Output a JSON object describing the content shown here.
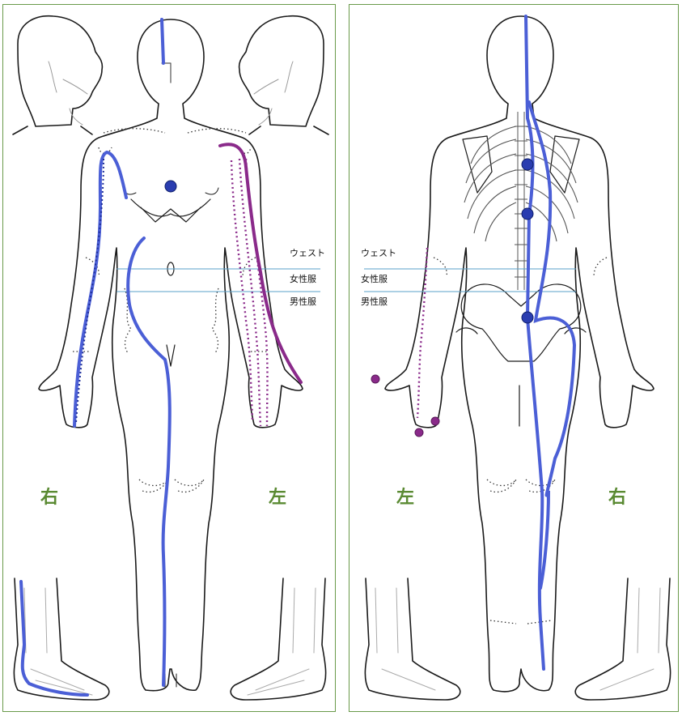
{
  "levels": {
    "waist": "ウェスト",
    "womens_clothing": "女性服",
    "mens_clothing": "男性服"
  },
  "front_panel": {
    "right_label": "右",
    "left_label": "左"
  },
  "back_panel": {
    "left_label": "左",
    "right_label": "右"
  },
  "colors": {
    "frame": "#6a9a4a",
    "body_outline": "#1a1a1a",
    "pain_line": "#4b5fd6",
    "pain_line_dark": "#1f2f9a",
    "tingling": "#8a2a8a",
    "marker_point": "#2a3db0",
    "side_label": "#5a8a32",
    "level_line": "#5aa0c8"
  }
}
